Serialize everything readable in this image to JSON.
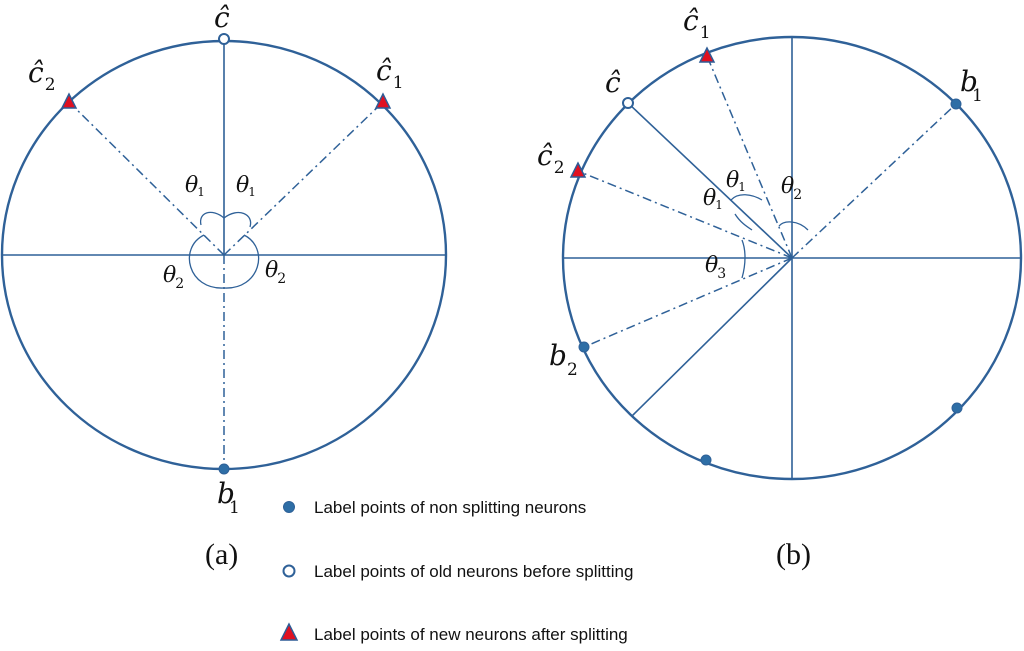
{
  "colors": {
    "line": "#2f6198",
    "filled_marker": "#2e6ea6",
    "triangle_fill": "#e01020",
    "triangle_edge": "#2e5c96"
  },
  "labels": {
    "c_hat": "ĉ",
    "c1_hat": "ĉ",
    "c2_hat": "ĉ",
    "b": "b",
    "sub1": "1",
    "sub2": "2",
    "theta": "θ",
    "sub_theta1": "1",
    "sub_theta2": "2",
    "sub_theta3": "3"
  },
  "captions": {
    "a": "(a)",
    "b": "(b)"
  },
  "legend": {
    "items": [
      {
        "marker": "filled-circle",
        "text": "Label points of non splitting neurons"
      },
      {
        "marker": "open-circle",
        "text": "Label points of old neurons before splitting"
      },
      {
        "marker": "triangle",
        "text": "Label points of new neurons after splitting"
      }
    ]
  }
}
